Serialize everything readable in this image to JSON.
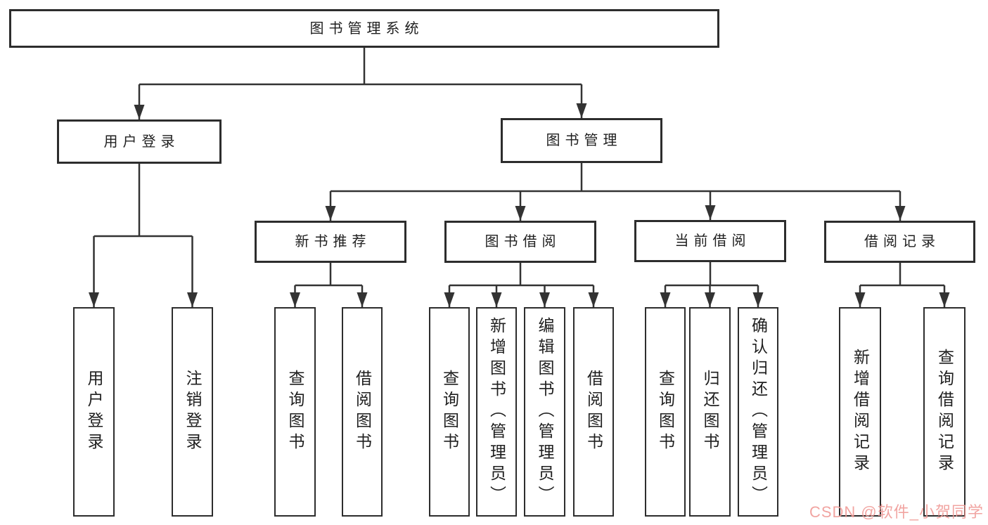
{
  "diagram": {
    "root": {
      "label": "图书管理系统"
    },
    "branches": [
      {
        "label": "用户登录",
        "children": [
          {
            "label": "用户登录"
          },
          {
            "label": "注销登录"
          }
        ]
      },
      {
        "label": "图书管理",
        "children": [
          {
            "label": "新书推荐",
            "children": [
              {
                "label": "查询图书"
              },
              {
                "label": "借阅图书"
              }
            ]
          },
          {
            "label": "图书借阅",
            "children": [
              {
                "label": "查询图书"
              },
              {
                "label": "新增图书（管理员）"
              },
              {
                "label": "编辑图书（管理员）"
              },
              {
                "label": "借阅图书"
              }
            ]
          },
          {
            "label": "当前借阅",
            "children": [
              {
                "label": "查询图书"
              },
              {
                "label": "归还图书"
              },
              {
                "label": "确认归还（管理员）"
              }
            ]
          },
          {
            "label": "借阅记录",
            "children": [
              {
                "label": "新增借阅记录"
              },
              {
                "label": "查询借阅记录"
              }
            ]
          }
        ]
      }
    ]
  },
  "watermark": {
    "text": "CSDN @软件_小贺同学",
    "color": "#f09b97"
  },
  "colors": {
    "line": "#333333",
    "box_border": "#2d2d2d",
    "text": "#1f1f1f",
    "background": "#ffffff"
  }
}
